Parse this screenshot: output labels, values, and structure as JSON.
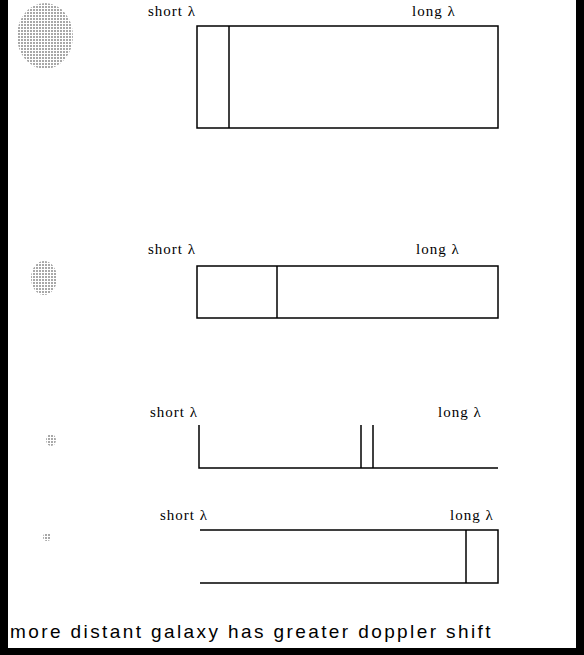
{
  "diagram": {
    "caption": "more distant galaxy has greater doppler shift",
    "labels": [
      "short λ",
      "long λ",
      "short λ",
      "long λ",
      "short λ",
      "long λ",
      "short λ",
      "long λ"
    ]
  }
}
